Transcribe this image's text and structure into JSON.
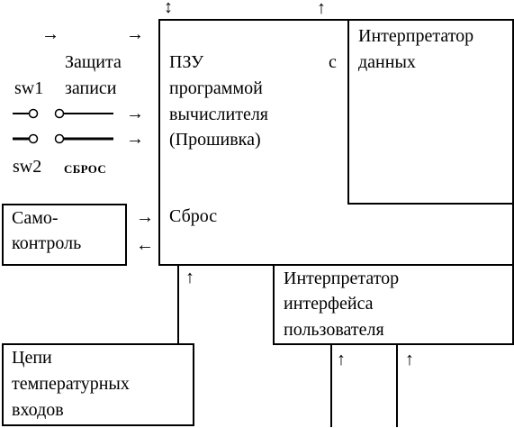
{
  "rom_block": {
    "line1": "ПЗУ",
    "line2": "программой",
    "line3": "вычислителя",
    "line4": "(Прошивка)",
    "side_label": "с",
    "reset_label": "Сброс"
  },
  "data_interpreter": {
    "line1": "Интерпретатор",
    "line2": "данных"
  },
  "ui_interpreter": {
    "line1": "Интерпретатор",
    "line2": "интерфейса",
    "line3": "пользователя"
  },
  "self_control": {
    "line1": "Само-",
    "line2": "контроль"
  },
  "temp_circuits": {
    "line1": "Цепи",
    "line2": "температурных",
    "line3": "входов"
  },
  "switches": {
    "protection_line1": "Защита",
    "protection_line2": "записи",
    "sw1_label": "sw1",
    "sw2_label": "sw2",
    "reset_label": "СБРОС"
  },
  "glyphs": {
    "arrow_right": "→",
    "arrow_left": "←",
    "arrow_up": "↑",
    "arrow_updown": "↕"
  }
}
